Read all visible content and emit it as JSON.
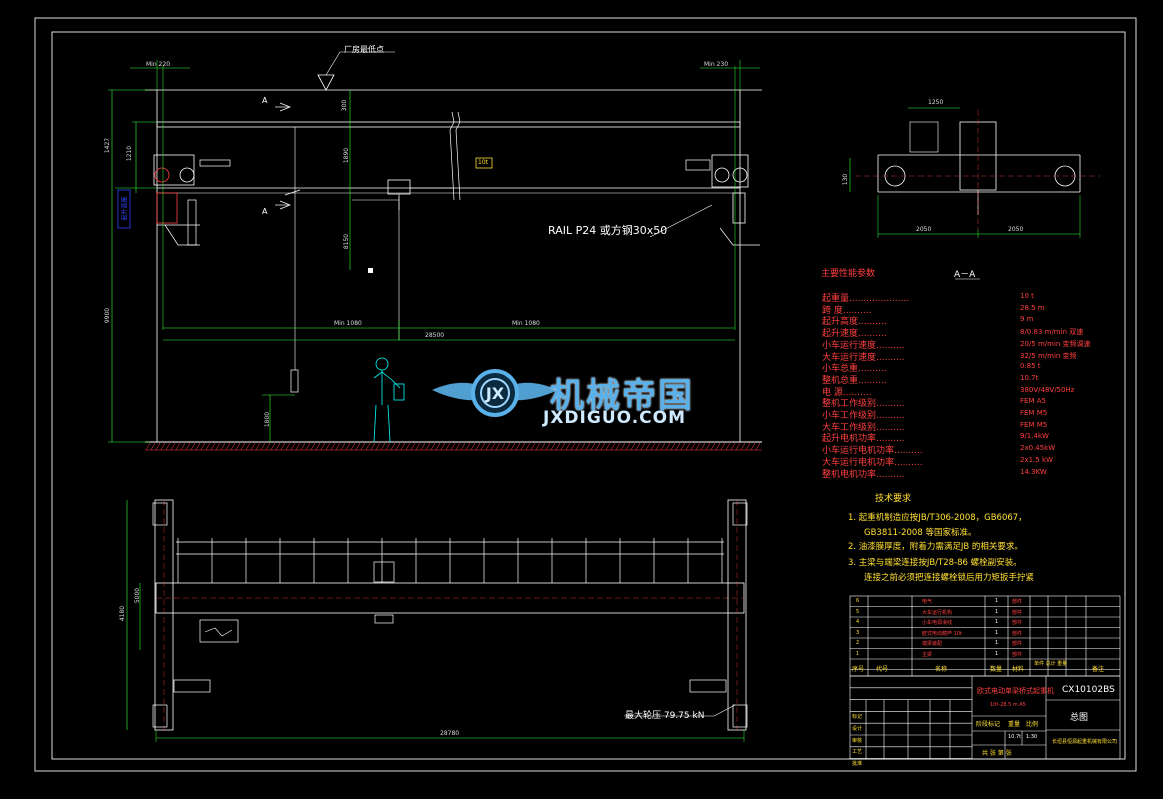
{
  "drawing": {
    "front_view": {
      "callout_plant_low_point": "厂房最低点",
      "dim_min_left": "Min 220",
      "dim_min_right": "Min 230",
      "dim_left_1": "1427",
      "dim_left_2": "1210",
      "dim_left_3": "9900",
      "dim_left_blue": "起升高度",
      "dim_inner_1": "300",
      "dim_inner_2": "1890",
      "dim_inner_3": "8150",
      "dim_inner_bottom": "1800",
      "dim_min_1080_left": "Min 1080",
      "dim_min_1080_right": "Min 1080",
      "dim_span": "28500",
      "label_capacity": "10t",
      "section_a": "A",
      "rail_note": "RAIL P24 或方钢30x50"
    },
    "side_view": {
      "dim_top": "1250",
      "dim_height": "130",
      "dim_bottom_left": "2050",
      "dim_bottom_right": "2050",
      "title": "A－A"
    },
    "plan_view": {
      "dim_left_1": "4180",
      "dim_left_2": "5000",
      "dim_bottom": "28780",
      "max_wheel_load": "最大轮压 79.75 kN"
    }
  },
  "params": {
    "title": "主要性能参数",
    "rows": [
      {
        "label": "起重量.....................",
        "value": "10 t"
      },
      {
        "label": "跨    度..........",
        "value": "28.5 m"
      },
      {
        "label": "起升高度..........",
        "value": "9 m"
      },
      {
        "label": "起升速度..........",
        "value": "8/0.83 m/min  双速"
      },
      {
        "label": "小车运行速度..........",
        "value": "20/5 m/min  变频调速"
      },
      {
        "label": "大车运行速度..........",
        "value": "32/5 m/min  变频"
      },
      {
        "label": "小车总重..........",
        "value": "0.85 t"
      },
      {
        "label": "整机总重..........",
        "value": "10.7t"
      },
      {
        "label": "电    源..........",
        "value": "380V/48V/50Hz"
      },
      {
        "label": "整机工作级别..........",
        "value": "FEM A5"
      },
      {
        "label": "小车工作级别..........",
        "value": "FEM M5"
      },
      {
        "label": "大车工作级别..........",
        "value": "FEM M5"
      },
      {
        "label": "起升电机功率..........",
        "value": "9/1.4kW"
      },
      {
        "label": "小车运行电机功率..........",
        "value": "2x0.45kW"
      },
      {
        "label": "大车运行电机功率..........",
        "value": "2x1.5 kW"
      },
      {
        "label": "整机电机功率..........",
        "value": "14.3KW"
      }
    ]
  },
  "requirements": {
    "title": "技术要求",
    "items": [
      "1.  起重机制造应按JB/T306-2008，GB6067，",
      "GB3811-2008  等国家标准。",
      "2. 油漆膜厚度，附着力需满足JB   的相关要求。",
      "3. 主梁与端梁连接按JB/T28-86  螺栓副安装。",
      "连接之前必须把连接螺栓锁后用力矩扳手拧紧"
    ]
  },
  "parts_table": {
    "rows": [
      {
        "no": "6",
        "name": "电气",
        "qty": "1",
        "note": "部件"
      },
      {
        "no": "5",
        "name": "大车运行机构",
        "qty": "1",
        "note": "部件"
      },
      {
        "no": "4",
        "name": "小车电源滑线",
        "qty": "1",
        "note": "部件"
      },
      {
        "no": "3",
        "name": "欧式电动葫芦 10t",
        "qty": "1",
        "note": "部件"
      },
      {
        "no": "2",
        "name": "端梁装配",
        "qty": "1",
        "note": "部件"
      },
      {
        "no": "1",
        "name": "主梁",
        "qty": "1",
        "note": "部件"
      }
    ],
    "header": {
      "no": "序号",
      "code": "代号",
      "name": "名称",
      "qty": "数量",
      "material": "材料",
      "weight": "单件 总计 重量",
      "note": "备注"
    }
  },
  "title_block": {
    "product_name": "欧式电动单梁桥式起重机",
    "spec": "10t-28.5  m  A5",
    "drawing_no": "CX10102BS",
    "drawing_title": "总图",
    "scale": "1:30",
    "weight": "10.7t",
    "sheets": "共  张  第  张",
    "company": "长垣县恒源起重机械有限公司",
    "stage_label": "阶段标记",
    "weight_label": "重量",
    "scale_label": "比例",
    "sign_rows": [
      "标记",
      "设计",
      "审核",
      "工艺",
      "批准"
    ]
  },
  "watermark": {
    "emblem_text": "JX",
    "brand_cn": "机械帝国",
    "brand_url": "JXDIGUO.COM"
  },
  "colors": {
    "bg": "#000000",
    "line": "#ffffff",
    "frame": "#dcdcdc",
    "dim": "#00ffff",
    "green": "#33ff33",
    "yellow": "#ffe033",
    "red": "#ff4040",
    "blue": "#3344ff",
    "magenta": "#ff33ff",
    "watermark_blue": "#5ab0e8"
  }
}
